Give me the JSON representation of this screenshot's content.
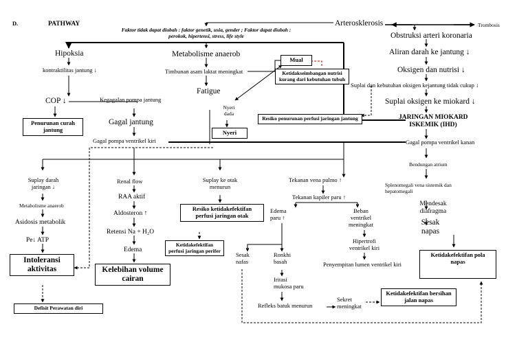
{
  "header": {
    "section": "D.",
    "title": "PATHWAY"
  },
  "factors": {
    "line1": "Faktor tidak dapat diubah : faktor genetik, usia, gender ; Faktor dapat diubah :",
    "line2": "perokok, hipertensi, stress, life style"
  },
  "right_chain": {
    "arterosklerosis": "Arterosklerosis",
    "trombosis": "Trombosis",
    "obstruksi": "Obstruksi arteri koronaria",
    "aliran": "Aliran darah ke jantung",
    "oksigen_nutrisi": "Oksigen dan nutrisi",
    "suplai_kebutuhan": "Suplai dan kebutuhan oksigen kejantung tidak cukup",
    "suplai_miokard": "Suplai oksigen ke miokard",
    "jaringan_miokard_1": "JARINGAN MIOKARD",
    "jaringan_miokard_2": "ISKEMIK (IHD)",
    "gagal_kanan": "Gagal pompa ventrikel kanan",
    "bendungan": "Bendungan atrium",
    "splenomegali_1": "Splenomegali vena sistemik dan",
    "splenomegali_2": "hepatomegali",
    "mendesak_1": "Mendesak",
    "mendesak_2": "diafragma",
    "sesak_1": "Sesak",
    "sesak_2": "napas"
  },
  "left_chain": {
    "hipoksia": "Hipoksia",
    "kontraktilitas": "kontraktilitas jantung",
    "cop": "COP",
    "kegagalan": "Kegagalan pompa jantung",
    "gagal_jantung": "Gagal jantung",
    "gagal_kiri": "Gagal pompa ventrikel kiri"
  },
  "center_chain": {
    "metabolisme": "Metabolisme anaerob",
    "timbunan": "Timbunan asam laktat meningkat",
    "fatigue": "Fatigue",
    "nyeri_dada_1": "Nyeri",
    "nyeri_dada_2": "dada"
  },
  "col1": {
    "suplay_1": "Suplay darah",
    "suplay_2": "jaringan",
    "metabolisme": "Metabolisme anaerob",
    "asidosis": "Asidosis metabolik",
    "pe_atp": "Pe↓ ATP"
  },
  "col2": {
    "renal": "Renal flow",
    "raa": "RAA aktif",
    "aldosteron": "Aldosteron",
    "retensi": "Retensi Na + H₂O",
    "edema": "Edema"
  },
  "col3": {
    "suplay_otak_1": "Suplay ke otak",
    "suplay_otak_2": "menurun"
  },
  "col4": {
    "tekanan_vena": "Tekanan vena pulmo",
    "tekanan_kapiler": "Tekanan kapiler paru",
    "edema_1": "Edema",
    "edema_2": "paru",
    "beban_1": "Beban",
    "beban_2": "ventrikel",
    "beban_3": "meningkat",
    "hipertrofi_1": "Hipertrofi",
    "hipertrofi_2": "ventrikel kiri",
    "penyempitan": "Penyempitan lumen ventrikel kiri",
    "sesak_1": "Sesak",
    "sesak_2": "nafas",
    "ronkhi_1": "Ronkhi",
    "ronkhi_2": "basah",
    "iritasi_1": "Iritasi",
    "iritasi_2": "mukosa paru",
    "refleks": "Refleks batuk menurun",
    "sekret_1": "Sekret",
    "sekret_2": "meningkat"
  },
  "diagnoses": {
    "mual": "Mual",
    "nutrisi": "Ketidakseimbangan nutrisi kurang dari kebutuhan tubuh",
    "nyeri": "Nyeri",
    "perfusi_jantung": "Resiko penurunan perfusi jaringan jantung",
    "curah_jantung": "Penurunan curah jantung",
    "intoleransi": "Intoleransi aktivitas",
    "defisit": "Defisit Perawatan diri",
    "kelebihan_volume": "Kelebihan volume cairan",
    "perfusi_otak": "Resiko ketidakefektifan perfusi jaringan otak",
    "perfusi_perifer": "Ketidakefektifan perfusi jaringan perifer",
    "pola_napas": "Ketidakefektifan pola napas",
    "jalan_napas": "Ketidakefektifan bersihan jalan napas"
  },
  "marks": {
    "down": "↓",
    "up": "↑"
  }
}
